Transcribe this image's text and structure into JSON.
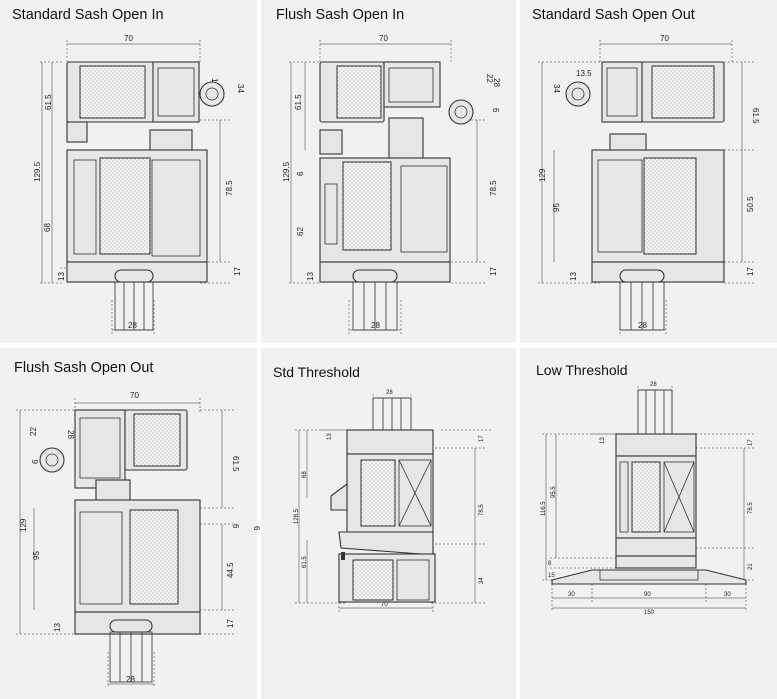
{
  "panels": [
    {
      "title": "Standard Sash Open In",
      "dims": {
        "top": "70",
        "top_right": "13.5",
        "handle": "34",
        "left_upper": "61.5",
        "left_total": "129.5",
        "left_lower": "68",
        "right_middle": "78.5",
        "right_bottom": "17",
        "left_bottom": "13",
        "bottom": "28"
      }
    },
    {
      "title": "Flush Sash Open In",
      "dims": {
        "top": "70",
        "top_right": "22",
        "handle": "28",
        "right_small": "6",
        "left_upper": "61.5",
        "left_total": "129.5",
        "left_small": "6",
        "left_lower": "62",
        "right_middle": "78.5",
        "right_bottom": "17",
        "left_bottom": "13",
        "bottom": "28"
      }
    },
    {
      "title": "Standard Sash Open Out",
      "dims": {
        "top": "70",
        "top_left": "13.5",
        "handle": "34",
        "right_upper": "61.5",
        "left_total": "129",
        "left_lower": "95",
        "right_middle": "50.5",
        "right_bottom": "17",
        "left_bottom": "13",
        "bottom": "28"
      }
    },
    {
      "title": "Flush Sash Open Out",
      "dims": {
        "top": "70",
        "top_left": "22",
        "handle": "28",
        "left_small": "6",
        "right_upper": "61.5",
        "right_small": "6",
        "left_total": "129",
        "left_lower": "95",
        "right_middle": "44.5",
        "right_bottom": "17",
        "left_bottom": "13",
        "bottom": "28",
        "side_mark": "6"
      }
    },
    {
      "title": "Std Threshold",
      "dims": {
        "top": "28",
        "top_left": "13",
        "top_right": "17",
        "left_a": "68",
        "left_total": "128.5",
        "left_b": "61.5",
        "right_middle": "78.5",
        "right_bottom": "34",
        "bottom": "70"
      }
    },
    {
      "title": "Low Threshold",
      "dims": {
        "top": "28",
        "top_left": "13",
        "top_right": "17",
        "left_total": "116.5",
        "left_a": "95.5",
        "right_middle": "78.5",
        "left_b": "8",
        "left_c": "15",
        "right_bottom": "21",
        "bottom_left": "30",
        "bottom_mid": "90",
        "bottom_right": "30",
        "bottom_total": "150"
      }
    }
  ]
}
